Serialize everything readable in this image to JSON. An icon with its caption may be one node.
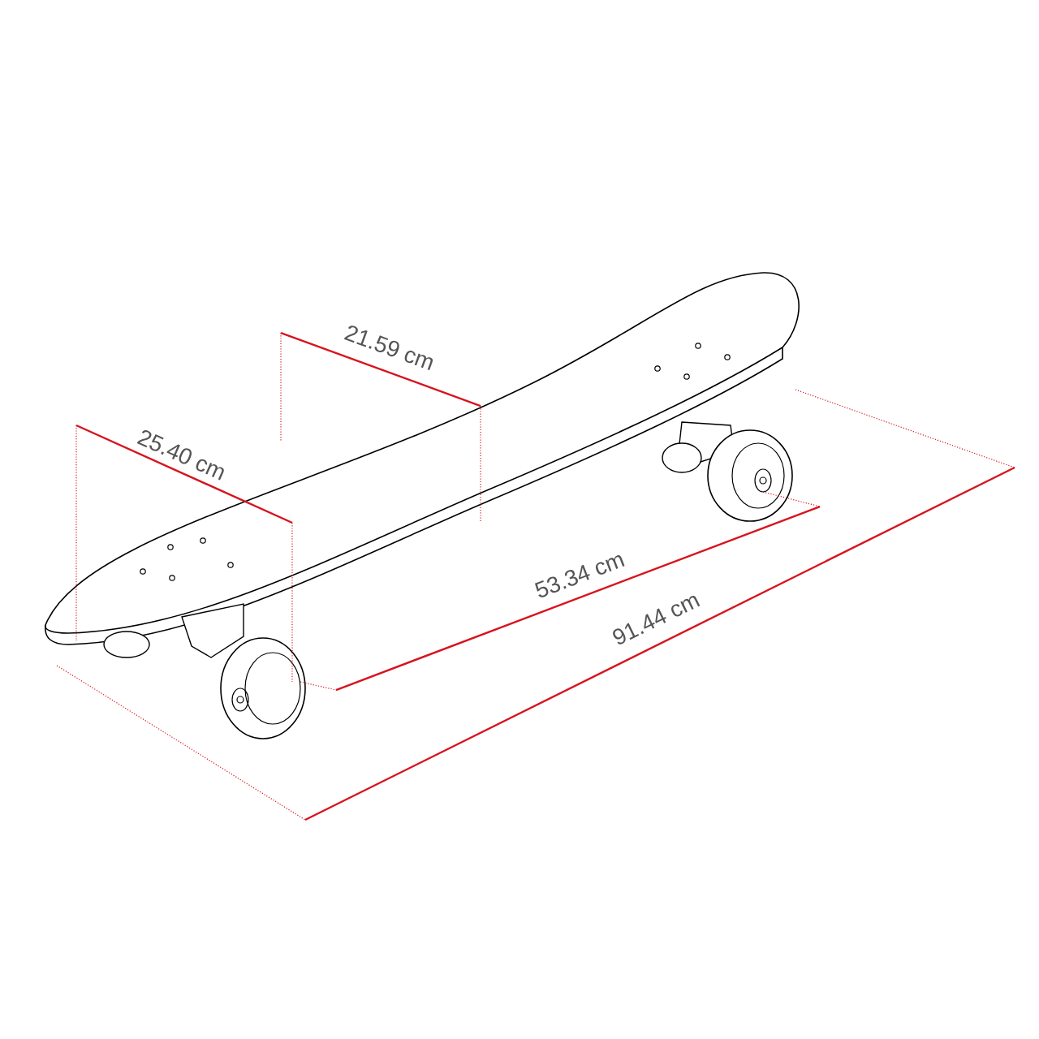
{
  "diagram": {
    "labels": [
      "21.59 cm",
      "25.40 cm",
      "53.34 cm",
      "91.44 cm"
    ]
  }
}
